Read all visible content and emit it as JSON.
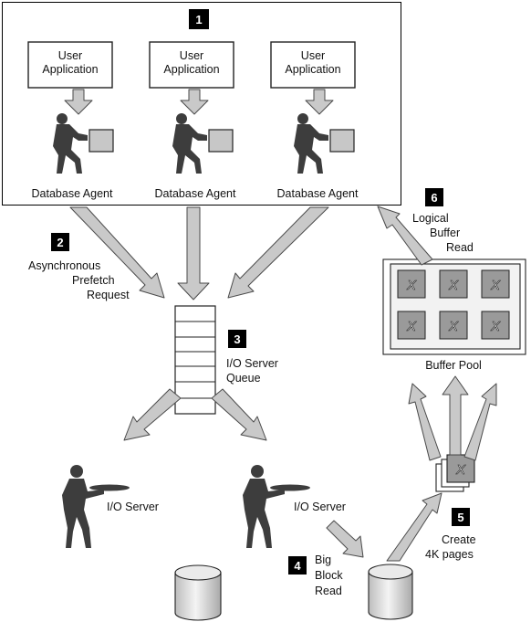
{
  "steps": [
    {
      "number": "1"
    },
    {
      "number": "2",
      "label": [
        "Asynchronous",
        "Prefetch",
        "Request"
      ]
    },
    {
      "number": "3",
      "label": [
        "I/O Server",
        "Queue"
      ]
    },
    {
      "number": "4",
      "label": [
        "Big",
        "Block",
        "Read"
      ]
    },
    {
      "number": "5",
      "label": [
        "Create",
        "4K pages"
      ]
    },
    {
      "number": "6",
      "label": [
        "Logical",
        "Buffer",
        "Read"
      ]
    }
  ],
  "user_applications": [
    {
      "line1": "User",
      "line2": "Application"
    },
    {
      "line1": "User",
      "line2": "Application"
    },
    {
      "line1": "User",
      "line2": "Application"
    }
  ],
  "database_agents": [
    "Database Agent",
    "Database Agent",
    "Database Agent"
  ],
  "io_servers": [
    "I/O Server",
    "I/O Server"
  ],
  "buffer_pool": {
    "label": "Buffer Pool",
    "page_mark": "X"
  },
  "colors": {
    "badge": "#000000",
    "arrow_fill": "#c9c9c9",
    "box_fill": "#f2f2f2",
    "page_fill": "#9a9a9a",
    "figure": "#3d3d3d"
  }
}
